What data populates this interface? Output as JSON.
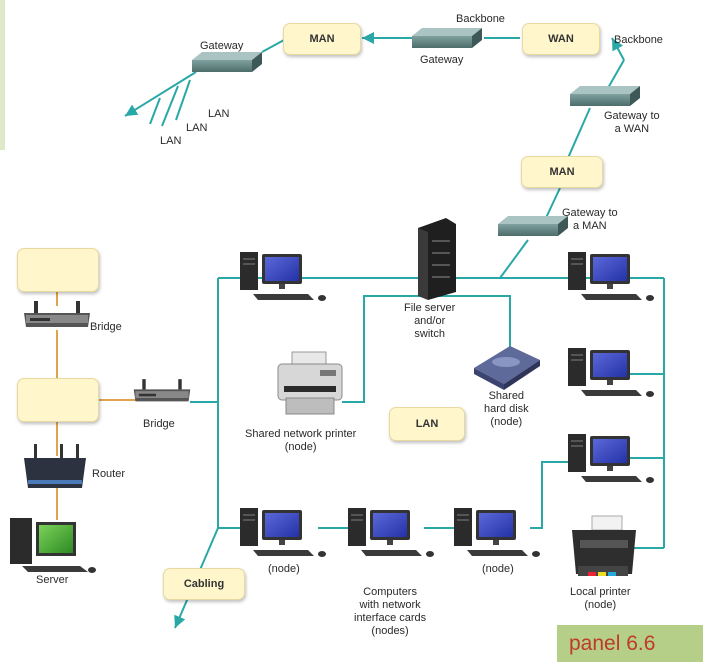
{
  "panel": "panel 6.6",
  "nodes": {
    "man_top": "MAN",
    "wan": "WAN",
    "man_mid": "MAN",
    "lan": "LAN",
    "cabling": "Cabling"
  },
  "labels": {
    "gateway_top_left": "Gateway",
    "backbone_top": "Backbone",
    "gateway_top_mid": "Gateway",
    "backbone_right": "Backbone",
    "gateway_to_wan": "Gateway to\na WAN",
    "gateway_to_man": "Gateway to\na MAN",
    "lan_1": "LAN",
    "lan_2": "LAN",
    "lan_3": "LAN",
    "bridge_left": "Bridge",
    "bridge_mid": "Bridge",
    "router": "Router",
    "server": "Server",
    "file_server": "File server\nand/or\nswitch",
    "shared_printer": "Shared network printer\n(node)",
    "shared_disk": "Shared\nhard disk\n(node)",
    "node_a": "(node)",
    "node_b": "(node)",
    "computers": "Computers\nwith network\ninterface cards\n(nodes)",
    "local_printer": "Local printer\n(node)"
  },
  "colors": {
    "cable": "#2aa7a7",
    "orange_link": "#e3a24c",
    "box_fill": "#fff6cc"
  }
}
